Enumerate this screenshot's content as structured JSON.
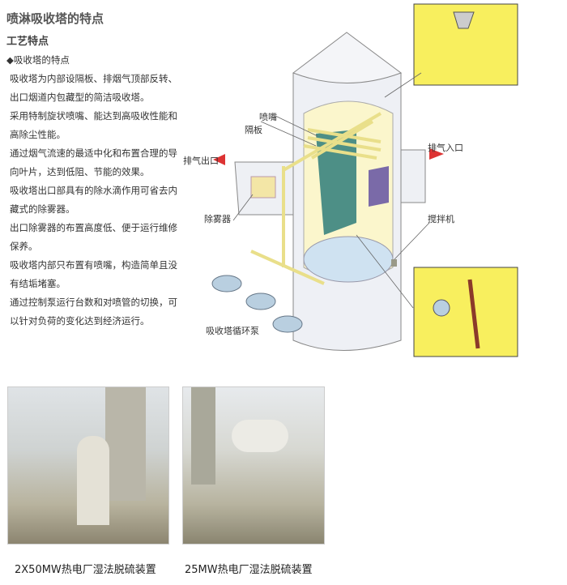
{
  "title": "喷淋吸收塔的特点",
  "subtitle": "工艺特点",
  "bullet": "◆吸收塔的特点",
  "paragraph_lines": [
    "吸收塔为内部设隔板、排烟气顶部反转、",
    "出口烟道内包藏型的简洁吸收塔。",
    "采用特制旋状喷嘴、能达到高吸收性能和",
    "高除尘性能。",
    "通过烟气流速的最适中化和布置合理的导",
    "向叶片，达到低阻、节能的效果。",
    "吸收塔出口部具有的除水滴作用可省去内",
    "藏式的除雾器。",
    "出口除雾器的布置高度低、便于运行维修",
    "保养。",
    "吸收塔内部只布置有喷嘴，构造简单且没",
    "有结垢堵塞。",
    "通过控制泵运行台数和对喷管的切换，可",
    "以针对负荷的变化达到经济运行。"
  ],
  "diagram": {
    "nozzle": "喷嘴",
    "baffle": "隔板",
    "gas_outlet": "排气出口",
    "gas_inlet": "排气入口",
    "demister": "除雾器",
    "agitator": "搅拌机",
    "pump": "吸收塔循环泵"
  },
  "photos": [
    {
      "caption": "2X50MW热电厂湿法脱硫装置"
    },
    {
      "caption": "25MW热电厂湿法脱硫装置"
    }
  ]
}
